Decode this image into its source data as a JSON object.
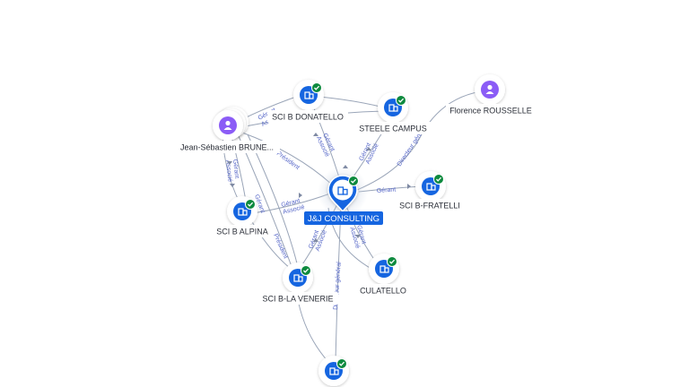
{
  "central": {
    "label": "J&J CONSULTING",
    "icon": "company-icon",
    "verified_icon": "check-badge-icon"
  },
  "nodes": [
    {
      "id": "donatello",
      "kind": "company",
      "label": "SCI B DONATELLO",
      "verified": true
    },
    {
      "id": "steele",
      "kind": "company",
      "label": "STEELE CAMPUS",
      "verified": true
    },
    {
      "id": "florence",
      "kind": "person",
      "label": "Florence ROUSSELLE"
    },
    {
      "id": "jeanseb",
      "kind": "person",
      "label": "Jean-Sébastien BRUNE..."
    },
    {
      "id": "fratelli",
      "kind": "company",
      "label": "SCI B-FRATELLI",
      "verified": true
    },
    {
      "id": "alpina",
      "kind": "company",
      "label": "SCI B ALPINA",
      "verified": true
    },
    {
      "id": "venerie",
      "kind": "company",
      "label": "SCI B-LA VENERIE",
      "verified": true
    },
    {
      "id": "culatello",
      "kind": "company",
      "label": "CULATELLO",
      "verified": true
    },
    {
      "id": "bottom",
      "kind": "company",
      "label": "",
      "verified": true
    }
  ],
  "edge_labels": {
    "jeanseb_donatello": "Gérant\nAssocié",
    "jeanseb_alpina": "Gérant\nAssocié",
    "jeanseb_central": "Président",
    "jeanseb_venerie": "Président",
    "alpina_central": "Gérant\nAssocié",
    "donatello_central": "Gérant\nAssocié",
    "steele_central": "Gérant\nAssocié",
    "florence_central": "Directeur général",
    "fratelli_central": "Gérant",
    "venerie_central": "Gérant\nAssocié",
    "culatello_central": "Gérant\nAssocié",
    "bottom_central": "Directeur général",
    "alpina_venerie": "Gérant"
  },
  "colors": {
    "company": "#1565e0",
    "person": "#8b5cf6",
    "verified": "#0d8a3e",
    "edge": "#9aa5b8",
    "edge_label": "#5566c8",
    "central_tag": "#1565e0"
  }
}
